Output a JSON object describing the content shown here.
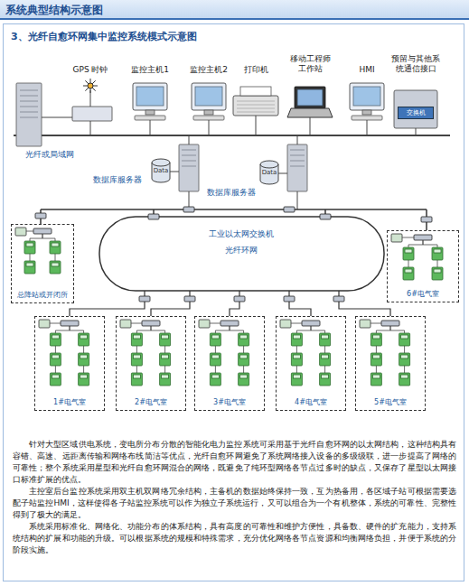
{
  "diagram": {
    "title": "系统典型结构示意图",
    "nodes": [
      {
        "text": [
          "交换机"
        ]
      },
      {
        "text": [
          "总降站或开闭所"
        ]
      },
      {
        "text": [
          "6#电气室"
        ]
      },
      {
        "text": [
          "1#电气室"
        ]
      },
      {
        "text": [
          "2#电气室"
        ]
      },
      {
        "text": [
          "3#电气室"
        ]
      },
      {
        "text": [
          "4#电气室"
        ]
      },
      {
        "text": [
          "5#电气室"
        ]
      }
    ],
    "labels": [
      "3、光纤自愈环网集中监控系统模式示意图",
      "GPS 时钟",
      "监控主机1",
      "监控主机2",
      "打印机",
      "移动工程师工作站",
      "HMI",
      "预留与其他系统通信接口",
      "光纤或局域网",
      "Data",
      "数据库服务器",
      "Data",
      "数据库服务器",
      "工业以太网交换机",
      "光纤环网",
      "针对大型区域供电系统，变电所分布分散的智能化电力监控系统可采用基于光纤自愈环网的以太网结构，这种结构具有容错、高速、远距离传输和网络布线简洁等优点，光纤自愈环网避免了系统网络接入设备的多级级联，进一步提高了网络的可靠性；整个系统采用星型和光纤自愈环网混合的网络，既避免了纯环型网络各节点过多时的缺点，又保存了星型以太网接口标准扩展的优点。",
      "主控室后台监控系统采用双主机双网络冗余结构，主备机的数据始终保持一致，互为热备用，各区域子站可根据需要选配子站监控HMI，这样使得各子站监控系统可以作为独立子系统运行，又可以组合为一个有机整体，系统的可靠性、完整性得到了极大的满足。",
      "系统采用标准化、网络化、功能分布的体系结构，具有高度的可靠性和维护方便性，具备数、硬件的扩充能力，支持系统结构的扩展和功能的升级。可以根据系统的规模和特殊需求，充分优化网络各节点资源和均衡网络负担，并便于系统的分阶段实施。"
    ]
  }
}
